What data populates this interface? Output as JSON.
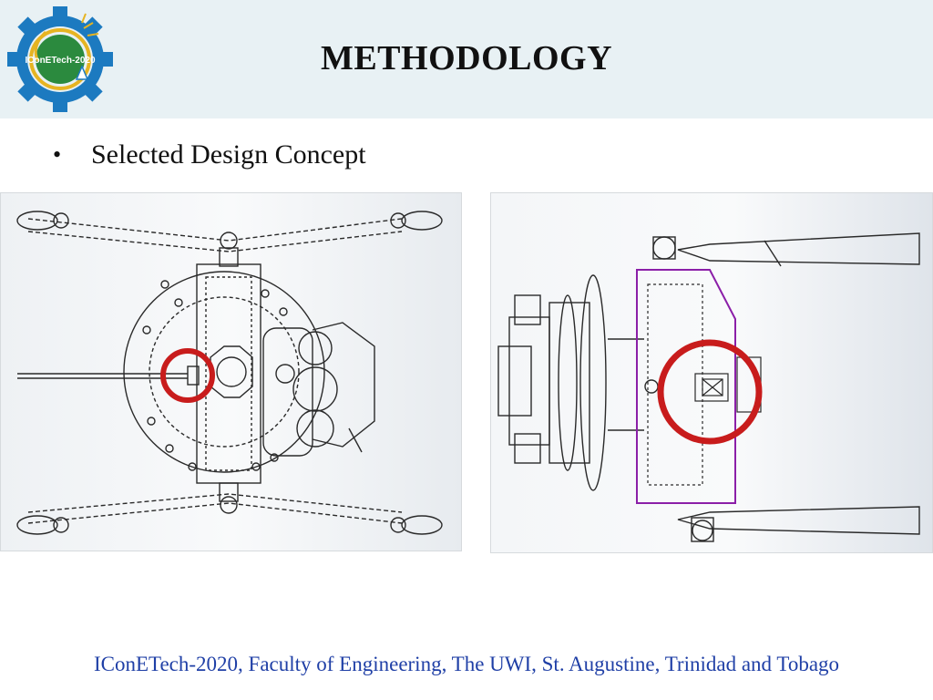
{
  "header": {
    "title": "METHODOLOGY",
    "logo": {
      "text": "IConETech-2020",
      "icon": "conference-gear-logo-icon",
      "colors": {
        "gear": "#1c7ac0",
        "inner": "#2b8a3e",
        "ring": "#e6b422"
      }
    },
    "background": "#e8f1f4"
  },
  "content": {
    "bullet_symbol": "•",
    "bullet_text": "Selected Design Concept"
  },
  "figures": [
    {
      "name": "caliper-assembly-front-view",
      "highlight_color": "#c81c1c"
    },
    {
      "name": "caliper-assembly-side-view",
      "highlight_color": "#c81c1c",
      "accent_color": "#8b1fa8"
    }
  ],
  "footer": {
    "text": "IConETech-2020, Faculty of Engineering, The UWI, St. Augustine, Trinidad and Tobago",
    "color": "#1f3fa6"
  }
}
